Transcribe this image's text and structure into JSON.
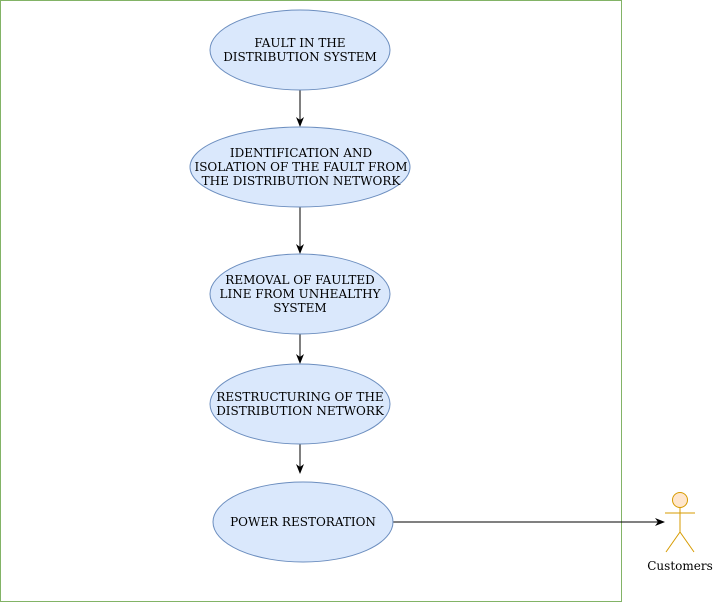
{
  "diagram": {
    "colors": {
      "boundary_stroke": "#82b366",
      "node_fill": "#dae8fc",
      "node_stroke": "#6c8ebf",
      "actor_fill": "#ffe6cc",
      "actor_stroke": "#d79b00",
      "edge": "#000000"
    },
    "nodes": [
      {
        "id": "fault",
        "label": "FAULT IN THE\nDISTRIBUTION SYSTEM"
      },
      {
        "id": "identification",
        "label": "IDENTIFICATION AND\nISOLATION OF THE FAULT FROM\nTHE DISTRIBUTION NETWORK"
      },
      {
        "id": "removal",
        "label": "REMOVAL OF FAULTED\nLINE FROM UNHEALTHY\nSYSTEM"
      },
      {
        "id": "restructuring",
        "label": "RESTRUCTURING OF THE\nDISTRIBUTION NETWORK"
      },
      {
        "id": "restoration",
        "label": "POWER RESTORATION"
      }
    ],
    "edges": [
      {
        "from": "fault",
        "to": "identification"
      },
      {
        "from": "identification",
        "to": "removal"
      },
      {
        "from": "removal",
        "to": "restructuring"
      },
      {
        "from": "restructuring",
        "to": "restoration"
      },
      {
        "from": "restoration",
        "to": "customers"
      }
    ],
    "actor": {
      "id": "customers",
      "label": "Customers",
      "icon": "stick-figure-actor-icon"
    }
  }
}
